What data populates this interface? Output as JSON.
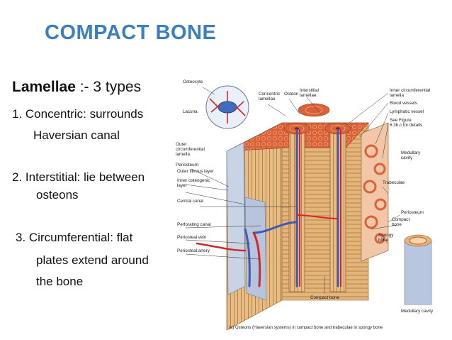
{
  "title": "COMPACT BONE",
  "heading": {
    "bold": "Lamellae",
    "rest": " :- 3 types"
  },
  "lines": [
    "1. Concentric: surrounds",
    "Haversian canal",
    "2. Interstitial: lie between",
    "osteons",
    "3. Circumferential: flat",
    "plates extend around",
    "the bone"
  ],
  "figure": {
    "labels": {
      "osteocyte": "Osteocyte",
      "lacuna": "Lacuna",
      "concentric_1": "Concentric",
      "concentric_2": "lamellae",
      "osteon": "Osteon",
      "interstitial_1": "Interstitial",
      "interstitial_2": "lamellae",
      "inner_circ_1": "Inner circumferential",
      "inner_circ_2": "lamella",
      "blood_vessels": "Blood vessels",
      "lymphatic_vessel": "Lymphatic vessel",
      "see_figure_1": "See Figure",
      "see_figure_2": "6.3b,c for details",
      "outer_circ_1": "Outer",
      "outer_circ_2": "circumferential",
      "outer_circ_3": "lamella",
      "periosteum_main": "Periosteum:",
      "outer_fibrous": "Outer fibrous layer",
      "inner_osteogenic_1": "Inner osteogenic",
      "inner_osteogenic_2": "layer",
      "medullary_1": "Medullary",
      "medullary_2": "cavity",
      "central_canal": "Central canal",
      "trabeculae": "Trabeculae",
      "perforating_canal": "Perforating canal",
      "periosteal_vein": "Periosteal vein",
      "periosteal_artery": "Periosteal artery",
      "periosteum_right": "Periosteum",
      "compact_bone_right_1": "Compact",
      "compact_bone_right_2": "bone",
      "spongy_bone_1": "Spongy",
      "spongy_bone_2": "bone",
      "compact_bone_bottom": "Compact bone",
      "medullary_cavity_bottom": "Medullary cavity",
      "caption": "(a) Osteons (Haversian systems) in compact bone and trabeculae in spongy bone"
    }
  },
  "colors": {
    "title": "#3a7fc4",
    "bone": "#e2b57a",
    "bone_dark": "#b9844a",
    "lamellae": "#d9623a",
    "vein": "#3f59b8",
    "artery": "#d4262b"
  }
}
